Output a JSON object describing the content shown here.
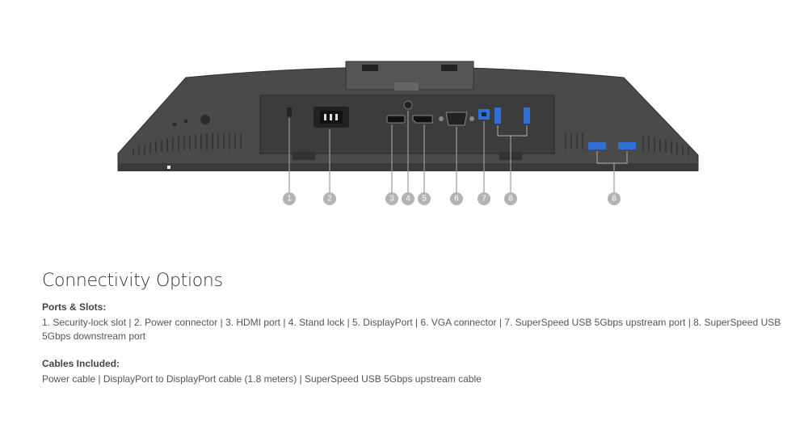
{
  "product_image": {
    "callouts": [
      "1",
      "2",
      "3",
      "4",
      "5",
      "6",
      "7",
      "8",
      "8"
    ]
  },
  "section": {
    "title": "Connectivity Options",
    "ports_heading": "Ports & Slots:",
    "ports_text": "1. Security-lock slot | 2. Power connector | 3. HDMI port | 4. Stand lock | 5. DisplayPort | 6. VGA connector | 7. SuperSpeed USB 5Gbps upstream port | 8. SuperSpeed USB 5Gbps downstream port",
    "cables_heading": "Cables Included:",
    "cables_text": "Power cable | DisplayPort to DisplayPort cable (1.8 meters) | SuperSpeed USB 5Gbps upstream cable"
  },
  "colors": {
    "monitor_body": "#4a4a4a",
    "monitor_edge": "#2f2f2f",
    "callout_circle": "#b3b3b3",
    "usb_blue": "#2f6fd6",
    "title_text": "#333333",
    "body_text": "#555555"
  }
}
